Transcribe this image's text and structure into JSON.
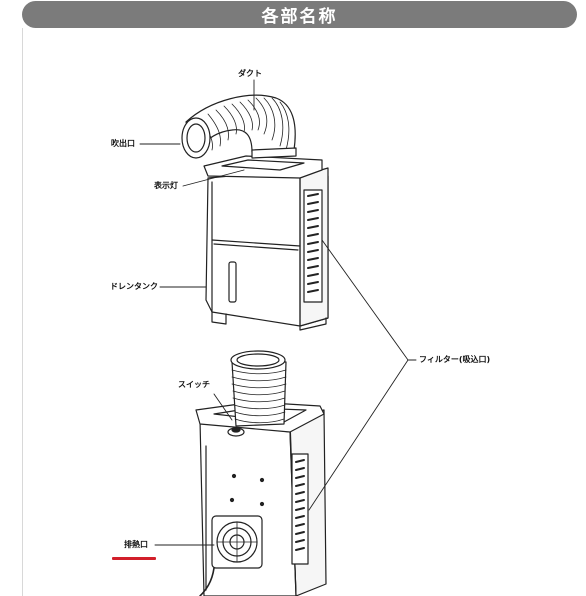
{
  "header": {
    "title": "各部名称"
  },
  "labels": {
    "duct": "ダクト",
    "outlet": "吹出口",
    "indicator": "表示灯",
    "drain_tank": "ドレンタンク",
    "filter": "フィルター(吸込口)",
    "switch": "スイッチ",
    "exhaust": "排熱口"
  },
  "colors": {
    "header_bg": "#7b7b7b",
    "header_text": "#ffffff",
    "accent_underline": "#d21f2a",
    "line_art": "#222222"
  }
}
